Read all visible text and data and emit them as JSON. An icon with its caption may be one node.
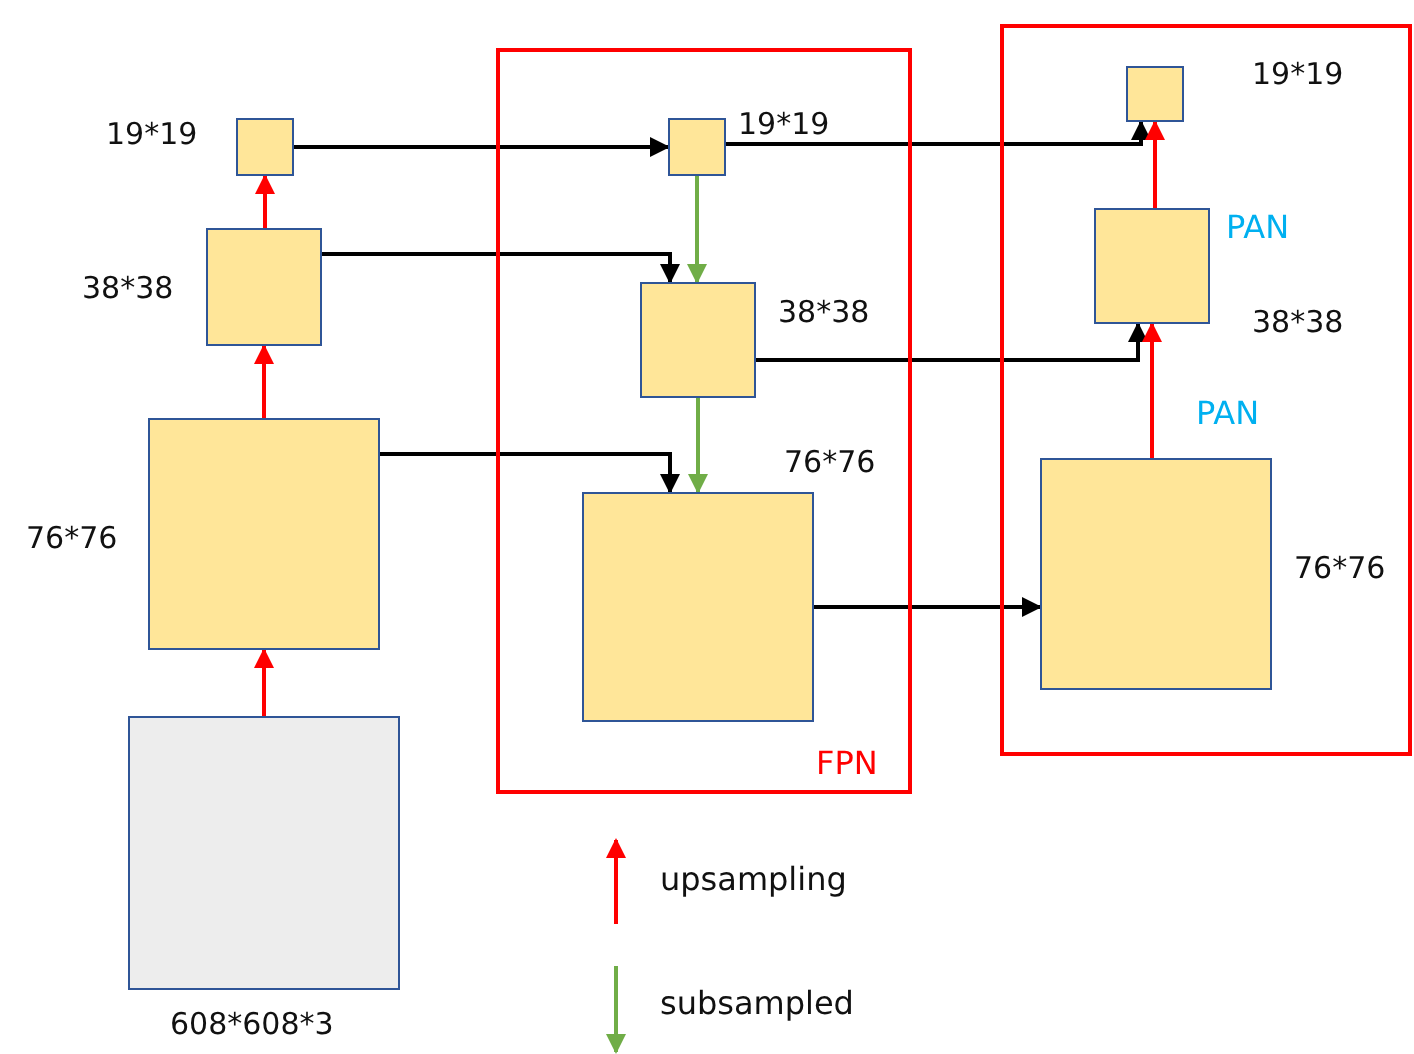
{
  "diagram": {
    "nodes": [
      {
        "text": [],
        "shape": "box",
        "beside": [
          "608*608*3"
        ]
      },
      {
        "text": [],
        "shape": "box",
        "beside": [
          "76*76"
        ]
      },
      {
        "text": [],
        "shape": "box",
        "beside": [
          "38*38"
        ]
      },
      {
        "text": [],
        "shape": "box",
        "beside": [
          "19*19"
        ]
      },
      {
        "text": [
          "FPN"
        ]
      },
      {
        "text": [],
        "shape": "box",
        "in": 4,
        "beside": [
          "19*19"
        ]
      },
      {
        "text": [],
        "shape": "box",
        "in": 4,
        "beside": [
          "38*38"
        ]
      },
      {
        "text": [],
        "shape": "box",
        "in": 4,
        "beside": [
          "76*76"
        ]
      },
      {
        "text": [],
        "shape": "box"
      },
      {
        "text": [],
        "shape": "box",
        "in": 8,
        "beside": [
          "19*19"
        ]
      },
      {
        "text": [],
        "shape": "box",
        "in": 8,
        "beside": [
          "PAN",
          "38*38"
        ]
      },
      {
        "text": [],
        "shape": "box",
        "in": 8,
        "beside": [
          "76*76"
        ]
      }
    ],
    "edges": [
      {
        "from": 0,
        "to": 1,
        "arrow": "to",
        "color": "#ff0000"
      },
      {
        "from": 1,
        "to": 2,
        "arrow": "to",
        "color": "#ff0000"
      },
      {
        "from": 2,
        "to": 3,
        "arrow": "to",
        "color": "#ff0000"
      },
      {
        "from": 3,
        "to": 5,
        "arrow": "to"
      },
      {
        "from": 2,
        "to": 6,
        "arrow": "to"
      },
      {
        "from": 1,
        "to": 7,
        "arrow": "to"
      },
      {
        "from": 5,
        "to": 6,
        "arrow": "to",
        "color": "#70ad47"
      },
      {
        "from": 6,
        "to": 7,
        "arrow": "to",
        "color": "#70ad47"
      },
      {
        "from": 5,
        "to": 9,
        "arrow": "to"
      },
      {
        "from": 6,
        "to": 10,
        "arrow": "to"
      },
      {
        "from": 7,
        "to": 11,
        "arrow": "to"
      },
      {
        "from": 11,
        "to": 10,
        "arrow": "to",
        "color": "#ff0000"
      },
      {
        "from": 10,
        "to": 9,
        "arrow": "to",
        "color": "#ff0000"
      }
    ],
    "labels": [
      "PAN"
    ],
    "legend": [
      {
        "text": "upsampling"
      },
      {
        "text": "subsampled"
      }
    ]
  }
}
